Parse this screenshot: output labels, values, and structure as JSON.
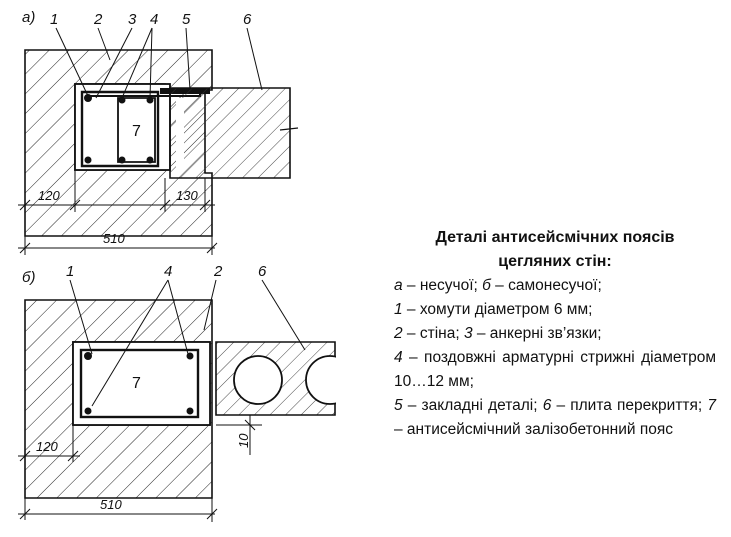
{
  "figure": {
    "panel_a": {
      "tag": "а)",
      "callouts": [
        "1",
        "2",
        "3",
        "4",
        "5",
        "6"
      ],
      "belt_number": "7",
      "dims": [
        "120",
        "130",
        "510"
      ]
    },
    "panel_b": {
      "tag": "б)",
      "callouts": [
        "1",
        "4",
        "2",
        "6"
      ],
      "belt_number": "7",
      "dims": [
        "120",
        "10",
        "510"
      ]
    }
  },
  "caption": {
    "title_line1": "Деталі антисейсмічних поясів",
    "title_line2": "цегляних стін:",
    "items": [
      {
        "key": "а",
        "text": " – несучої; "
      },
      {
        "key": "б",
        "text": " – самонесучої;"
      },
      {
        "key": "1",
        "text": " – хомути діаметром 6 мм;"
      },
      {
        "key": "2",
        "text": " – стіна; "
      },
      {
        "key": "3",
        "text": " – анкерні зв’язки;"
      },
      {
        "key": "4",
        "text": " – поздовжні арматурні стрижні діаметром 10…12 мм;"
      },
      {
        "key": "5",
        "text": " – закладні деталі; "
      },
      {
        "key": "6",
        "text": " – плита перекриття; "
      },
      {
        "key": "7",
        "text": " – антисейсмічний залізобетонний пояс"
      }
    ]
  }
}
